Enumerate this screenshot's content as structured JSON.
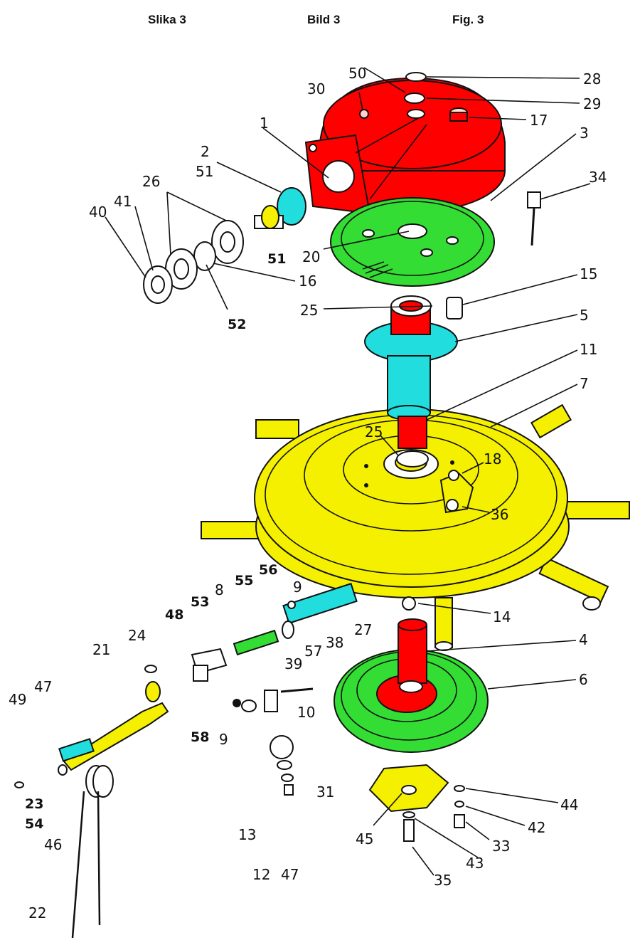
{
  "header": {
    "left": "Slika 3",
    "center": "Bild 3",
    "right": "Fig. 3"
  },
  "colors": {
    "red": "#ff0000",
    "green": "#33dd33",
    "yellow": "#f5f000",
    "cyan": "#22dddd",
    "outline": "#111111"
  },
  "parts": {
    "p1": "1",
    "p2": "2",
    "p3": "3",
    "p4": "4",
    "p5": "5",
    "p6": "6",
    "p7": "7",
    "p8": "8",
    "p9a": "9",
    "p9b": "9",
    "p10": "10",
    "p11": "11",
    "p12": "12",
    "p13": "13",
    "p14": "14",
    "p15": "15",
    "p16": "16",
    "p17": "17",
    "p18": "18",
    "p20": "20",
    "p21": "21",
    "p22": "22",
    "p23": "23",
    "p24": "24",
    "p25a": "25",
    "p25b": "25",
    "p26": "26",
    "p27": "27",
    "p28": "28",
    "p29": "29",
    "p30": "30",
    "p31": "31",
    "p33": "33",
    "p34": "34",
    "p35": "35",
    "p36": "36",
    "p38": "38",
    "p39": "39",
    "p40": "40",
    "p41": "41",
    "p42": "42",
    "p43": "43",
    "p44": "44",
    "p45": "45",
    "p46": "46",
    "p47a": "47",
    "p47b": "47",
    "p48": "48",
    "p49": "49",
    "p50": "50",
    "p51a": "51",
    "p51b": "51",
    "p52": "52",
    "p53": "53",
    "p54": "54",
    "p55": "55",
    "p56": "56",
    "p57": "57",
    "p58": "58"
  }
}
